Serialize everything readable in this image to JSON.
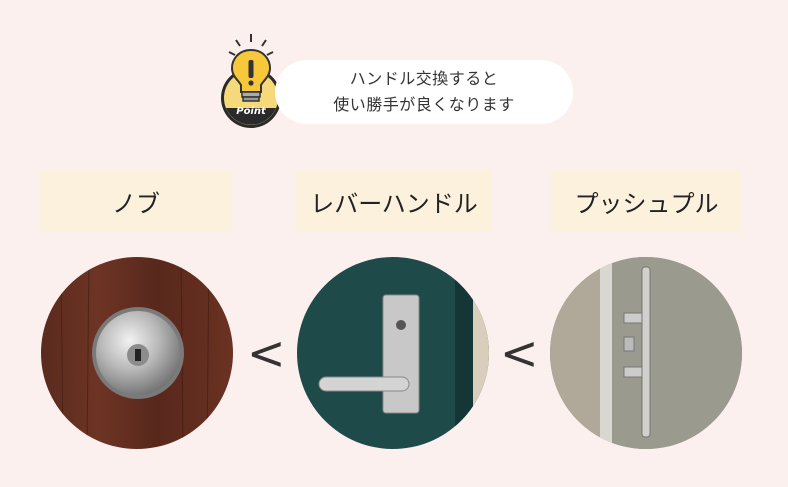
{
  "point": {
    "badge_text": "Point",
    "line1": "ハンドル交換すると",
    "line2": "使い勝手が良くなります",
    "icon": "lightbulb-icon"
  },
  "items": [
    {
      "label": "ノブ",
      "photo": "door-knob-photo"
    },
    {
      "label": "レバーハンドル",
      "photo": "lever-handle-photo"
    },
    {
      "label": "プッシュプル",
      "photo": "push-pull-handle-photo"
    }
  ],
  "comparators": [
    "<",
    "<"
  ]
}
